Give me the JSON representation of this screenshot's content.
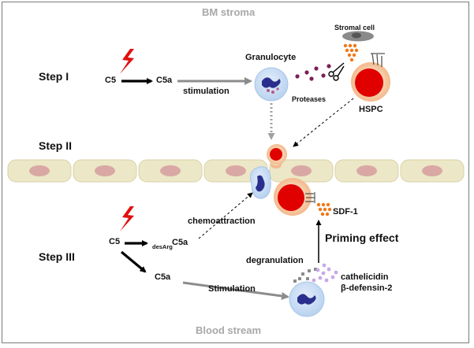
{
  "regions": {
    "top": "BM stroma",
    "bottom": "Blood stream"
  },
  "steps": {
    "s1": "Step I",
    "s2": "Step II",
    "s3": "Step III"
  },
  "labels": {
    "stromal_cell": "Stromal cell",
    "granulocyte": "Granulocyte",
    "proteases": "Proteases",
    "hspc": "HSPC",
    "c5_top": "C5",
    "c5a_top": "C5a",
    "stimulation_top": "stimulation",
    "chemoattraction": "chemoattraction",
    "c5_bottom": "C5",
    "desarg_prefix": "desArg",
    "desarg_c5a": "C5a",
    "c5a_bottom": "C5a",
    "stimulation_bottom": "Stimulation",
    "sdf1": "SDF-1",
    "priming": "Priming effect",
    "degranulation": "degranulation",
    "cathelicidin": "cathelicidin",
    "defensin": "β-defensin-2"
  },
  "colors": {
    "region_text": "#a8a8a8",
    "endothelial_fill": "#ece7c6",
    "endothelial_nucleus": "#d9a8a4",
    "cell_red": "#e00000",
    "cell_halo": "#f5c8a0",
    "granulocyte_fill": "#c6dcf2",
    "granulocyte_nucleus": "#2a2f8e",
    "arrow_grey": "#8c8c8c",
    "lightning": "#e01010",
    "sdf1_orange": "#f07818",
    "protease_purple": "#7a1f5a",
    "cathelicidin_violet": "#c8a8e8"
  },
  "icons": [
    "lightning-bolt-icon-top",
    "lightning-bolt-icon-bottom",
    "scissors-icon"
  ]
}
